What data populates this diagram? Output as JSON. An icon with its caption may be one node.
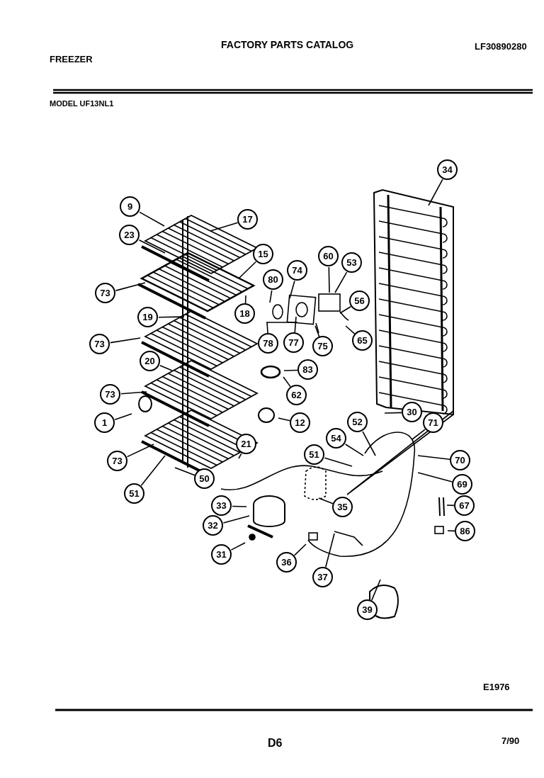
{
  "diagram": {
    "title": "FACTORY PARTS CATALOG",
    "nodes": [
      {
        "text": [
          "9"
        ]
      },
      {
        "text": [
          "17"
        ]
      },
      {
        "text": [
          "23"
        ]
      },
      {
        "text": [
          "15"
        ]
      },
      {
        "text": [
          "73"
        ]
      },
      {
        "text": [
          "80"
        ]
      },
      {
        "text": [
          "74"
        ]
      },
      {
        "text": [
          "60"
        ]
      },
      {
        "text": [
          "53"
        ]
      },
      {
        "text": [
          "56"
        ]
      },
      {
        "text": [
          "34"
        ]
      },
      {
        "text": [
          "18"
        ]
      },
      {
        "text": [
          "19"
        ]
      },
      {
        "text": [
          "78"
        ]
      },
      {
        "text": [
          "77"
        ]
      },
      {
        "text": [
          "75"
        ]
      },
      {
        "text": [
          "65"
        ]
      },
      {
        "text": [
          "73"
        ]
      },
      {
        "text": [
          "20"
        ]
      },
      {
        "text": [
          "83"
        ]
      },
      {
        "text": [
          "62"
        ]
      },
      {
        "text": [
          "73"
        ]
      },
      {
        "text": [
          "1"
        ]
      },
      {
        "text": [
          "12"
        ]
      },
      {
        "text": [
          "30"
        ]
      },
      {
        "text": [
          "52"
        ]
      },
      {
        "text": [
          "71"
        ]
      },
      {
        "text": [
          "54"
        ]
      },
      {
        "text": [
          "51"
        ]
      },
      {
        "text": [
          "70"
        ]
      },
      {
        "text": [
          "73"
        ]
      },
      {
        "text": [
          "21"
        ]
      },
      {
        "text": [
          "50"
        ]
      },
      {
        "text": [
          "69"
        ]
      },
      {
        "text": [
          "51"
        ]
      },
      {
        "text": [
          "33"
        ]
      },
      {
        "text": [
          "35"
        ]
      },
      {
        "text": [
          "67"
        ]
      },
      {
        "text": [
          "32"
        ]
      },
      {
        "text": [
          "86"
        ]
      },
      {
        "text": [
          "31"
        ]
      },
      {
        "text": [
          "36"
        ]
      },
      {
        "text": [
          "37"
        ]
      },
      {
        "text": [
          "39"
        ]
      }
    ],
    "edges": [
      {
        "from": 0,
        "to": null,
        "arrow": "none"
      },
      {
        "from": 1,
        "to": null,
        "arrow": "none"
      },
      {
        "from": 2,
        "to": null,
        "arrow": "none"
      },
      {
        "from": 3,
        "to": null,
        "arrow": "none"
      },
      {
        "from": 4,
        "to": null,
        "arrow": "none"
      },
      {
        "from": 5,
        "to": null,
        "arrow": "none"
      },
      {
        "from": 6,
        "to": null,
        "arrow": "none"
      },
      {
        "from": 7,
        "to": null,
        "arrow": "none"
      },
      {
        "from": 8,
        "to": null,
        "arrow": "none"
      },
      {
        "from": 9,
        "to": null,
        "arrow": "none"
      },
      {
        "from": 10,
        "to": null,
        "arrow": "none"
      },
      {
        "from": 11,
        "to": null,
        "arrow": "none"
      },
      {
        "from": 12,
        "to": null,
        "arrow": "none"
      },
      {
        "from": 13,
        "to": null,
        "arrow": "none"
      },
      {
        "from": 14,
        "to": null,
        "arrow": "none"
      },
      {
        "from": 15,
        "to": null,
        "arrow": "none"
      },
      {
        "from": 16,
        "to": null,
        "arrow": "none"
      },
      {
        "from": 17,
        "to": null,
        "arrow": "none"
      },
      {
        "from": 18,
        "to": null,
        "arrow": "none"
      },
      {
        "from": 19,
        "to": null,
        "arrow": "none"
      },
      {
        "from": 20,
        "to": null,
        "arrow": "none"
      },
      {
        "from": 21,
        "to": null,
        "arrow": "none"
      },
      {
        "from": 22,
        "to": null,
        "arrow": "none"
      },
      {
        "from": 23,
        "to": null,
        "arrow": "none"
      },
      {
        "from": 24,
        "to": null,
        "arrow": "none"
      },
      {
        "from": 25,
        "to": null,
        "arrow": "none"
      },
      {
        "from": 26,
        "to": null,
        "arrow": "none"
      },
      {
        "from": 27,
        "to": null,
        "arrow": "none"
      },
      {
        "from": 28,
        "to": null,
        "arrow": "none"
      },
      {
        "from": 29,
        "to": null,
        "arrow": "none"
      },
      {
        "from": 30,
        "to": null,
        "arrow": "none"
      },
      {
        "from": 31,
        "to": null,
        "arrow": "none"
      },
      {
        "from": 32,
        "to": null,
        "arrow": "none"
      },
      {
        "from": 33,
        "to": null,
        "arrow": "none"
      },
      {
        "from": 34,
        "to": null,
        "arrow": "none"
      },
      {
        "from": 35,
        "to": null,
        "arrow": "none"
      },
      {
        "from": 36,
        "to": null,
        "arrow": "none"
      },
      {
        "from": 37,
        "to": null,
        "arrow": "none"
      },
      {
        "from": 38,
        "to": null,
        "arrow": "none"
      },
      {
        "from": 39,
        "to": null,
        "arrow": "none"
      },
      {
        "from": 40,
        "to": null,
        "arrow": "none"
      },
      {
        "from": 41,
        "to": null,
        "arrow": "none"
      },
      {
        "from": 42,
        "to": null,
        "arrow": "none"
      },
      {
        "from": 43,
        "to": null,
        "arrow": "none"
      }
    ],
    "labels": [
      "FREEZER",
      "LF30890280",
      "MODEL UF13NL1",
      "E1976",
      "D6",
      "7/90"
    ]
  }
}
